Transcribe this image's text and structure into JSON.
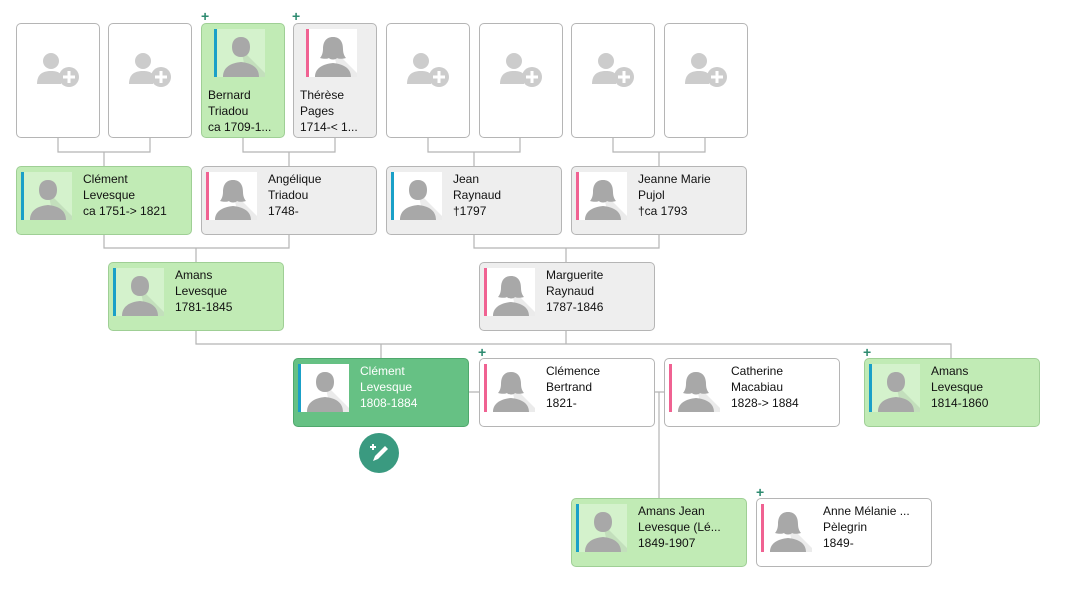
{
  "colors": {
    "male": "#1aa0c8",
    "female": "#f06292",
    "selected": "#66c184",
    "ancestor": "#c1ebb5",
    "edit": "#3a9a80"
  },
  "people": {
    "bernard": {
      "first": "Bernard",
      "last": "Triadou",
      "dates": "ca 1709-1..."
    },
    "therese": {
      "first": "Thérèse",
      "last": "Pages",
      "dates": "1714-< 1..."
    },
    "clement_sr": {
      "first": "Clément",
      "last": "Levesque",
      "dates": "ca 1751-> 1821"
    },
    "angelique": {
      "first": "Angélique",
      "last": "Triadou",
      "dates": "1748-"
    },
    "jean": {
      "first": "Jean",
      "last": "Raynaud",
      "dates": "†1797"
    },
    "jeanne": {
      "first": "Jeanne Marie",
      "last": "Pujol",
      "dates": "†ca 1793"
    },
    "amans_f": {
      "first": "Amans",
      "last": "Levesque",
      "dates": "1781-1845"
    },
    "marguerite": {
      "first": "Marguerite",
      "last": "Raynaud",
      "dates": "1787-1846"
    },
    "clement": {
      "first": "Clément",
      "last": "Levesque",
      "dates": "1808-1884"
    },
    "clemence": {
      "first": "Clémence",
      "last": "Bertrand",
      "dates": "1821-"
    },
    "catherine": {
      "first": "Catherine",
      "last": "Macabiau",
      "dates": "1828-> 1884"
    },
    "amans_b": {
      "first": "Amans",
      "last": "Levesque",
      "dates": "1814-1860"
    },
    "amans_jean": {
      "first": "Amans Jean",
      "last": "Levesque (Lé...",
      "dates": "1849-1907"
    },
    "anne": {
      "first": "Anne Mélanie ...",
      "last": "Pèlegrin",
      "dates": "1849-"
    }
  },
  "plus_symbol": "+"
}
